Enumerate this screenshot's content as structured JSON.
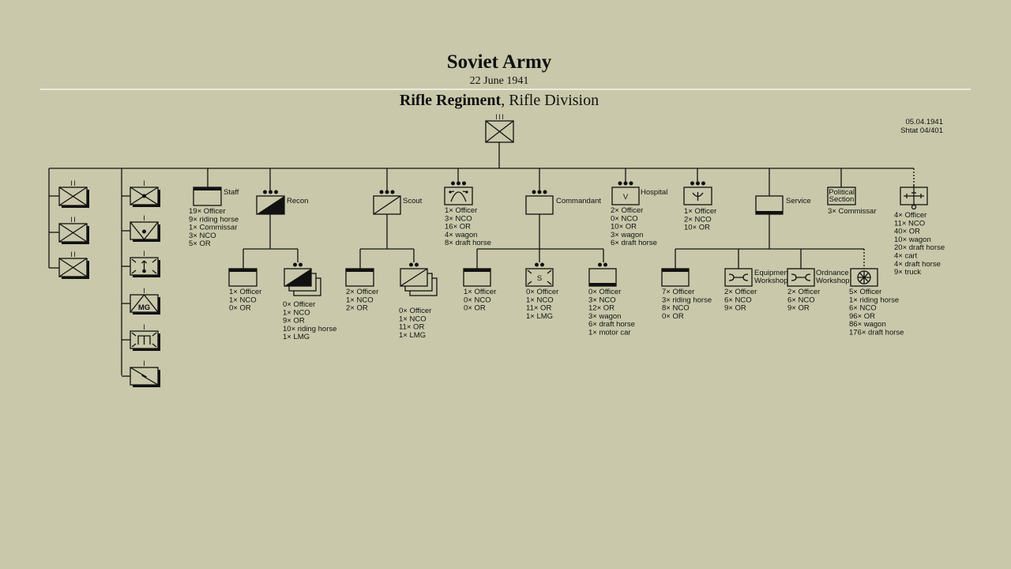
{
  "header": {
    "title": "Soviet Army",
    "date": "22 June 1941",
    "unit_bold": "Rifle Regiment",
    "unit_rest": ", Rifle Division",
    "doc_date": "05.04.1941",
    "shtat": "Shtat 04/401"
  },
  "units": [
    {
      "id": "hq",
      "symbol": "infantry",
      "echelon": "III",
      "label": "",
      "lines": []
    },
    {
      "id": "bn1",
      "symbol": "infantry",
      "echelon": "II",
      "label": "",
      "lines": []
    },
    {
      "id": "bn2",
      "symbol": "infantry",
      "echelon": "II",
      "label": "",
      "lines": []
    },
    {
      "id": "bn3",
      "symbol": "infantry",
      "echelon": "II",
      "label": "",
      "lines": []
    },
    {
      "id": "co_mortar",
      "symbol": "infantry-dot",
      "echelon": "I",
      "label": "",
      "lines": []
    },
    {
      "id": "co_at",
      "symbol": "antitank",
      "echelon": "I",
      "label": "",
      "lines": []
    },
    {
      "id": "co_artillery",
      "symbol": "artillery",
      "echelon": "I",
      "label": "",
      "lines": []
    },
    {
      "id": "co_mg",
      "symbol": "mg",
      "echelon": "I",
      "label": "",
      "lines": [],
      "mg_text": "MG"
    },
    {
      "id": "co_engineer",
      "symbol": "engineer",
      "echelon": "I",
      "label": "",
      "lines": []
    },
    {
      "id": "co_signal",
      "symbol": "signal",
      "echelon": "I",
      "label": "",
      "lines": []
    },
    {
      "id": "staff",
      "symbol": "hq",
      "echelon": "",
      "label": "Staff",
      "lines": [
        "19× Officer",
        "9× riding horse",
        "1× Commissar",
        "3× NCO",
        "5× OR"
      ]
    },
    {
      "id": "recon",
      "symbol": "recon",
      "echelon": "•••",
      "label": "Recon",
      "lines": []
    },
    {
      "id": "recon_hq",
      "symbol": "hq",
      "echelon": "",
      "label": "",
      "lines": [
        "1× Officer",
        "1× NCO",
        "0× OR"
      ]
    },
    {
      "id": "recon_plt",
      "symbol": "recon-stack",
      "echelon": "••",
      "label": "",
      "lines": [
        "0× Officer",
        "1× NCO",
        "9× OR",
        "10× riding horse",
        "1× LMG"
      ]
    },
    {
      "id": "scout",
      "symbol": "scout",
      "echelon": "•••",
      "label": "Scout",
      "lines": []
    },
    {
      "id": "scout_hq",
      "symbol": "hq",
      "echelon": "",
      "label": "",
      "lines": [
        "2× Officer",
        "1× NCO",
        "2× OR"
      ]
    },
    {
      "id": "scout_plt",
      "symbol": "scout-stack",
      "echelon": "••",
      "label": "",
      "lines": [
        "0× Officer",
        "1× NCO",
        "11× OR",
        "1× LMG"
      ]
    },
    {
      "id": "sapper",
      "symbol": "sapper",
      "echelon": "•••",
      "label": "",
      "lines": [
        "1× Officer",
        "3× NCO",
        "16× OR",
        "4× wagon",
        "8× draft horse"
      ]
    },
    {
      "id": "commandant",
      "symbol": "plain",
      "echelon": "•••",
      "label": "Commandant",
      "lines": []
    },
    {
      "id": "cmd_hq",
      "symbol": "hq",
      "echelon": "",
      "label": "",
      "lines": [
        "1× Officer",
        "0× NCO",
        "0× OR"
      ]
    },
    {
      "id": "cmd_security",
      "symbol": "security",
      "echelon": "••",
      "label": "",
      "lines": [
        "0× Officer",
        "1× NCO",
        "11× OR",
        "1× LMG"
      ],
      "sym_text": "S"
    },
    {
      "id": "cmd_supply",
      "symbol": "supply",
      "echelon": "••",
      "label": "",
      "lines": [
        "0× Officer",
        "3× NCO",
        "12× OR",
        "3× wagon",
        "6× draft horse",
        "1× motor car"
      ]
    },
    {
      "id": "hospital",
      "symbol": "medical",
      "echelon": "•••",
      "label": "Hospital",
      "lines": [
        "2× Officer",
        "0× NCO",
        "10× OR",
        "3× wagon",
        "6× draft horse"
      ],
      "sym_text": "V"
    },
    {
      "id": "veterinary",
      "symbol": "veterinary",
      "echelon": "•••",
      "label": "",
      "lines": [
        "1× Officer",
        "2× NCO",
        "10× OR"
      ]
    },
    {
      "id": "service",
      "symbol": "supply",
      "echelon": "",
      "label": "Service",
      "lines": []
    },
    {
      "id": "svc_hq",
      "symbol": "hq",
      "echelon": "",
      "label": "",
      "lines": [
        "7× Officer",
        "3× riding horse",
        "8× NCO",
        "0× OR"
      ]
    },
    {
      "id": "equip_ws",
      "symbol": "maintenance",
      "echelon": "",
      "label": "Equipment\nWorkshop",
      "lines": [
        "2× Officer",
        "6× NCO",
        "9× OR"
      ]
    },
    {
      "id": "ord_ws",
      "symbol": "maintenance",
      "echelon": "",
      "label": "Ordnance\nWorkshop",
      "lines": [
        "2× Officer",
        "6× NCO",
        "9× OR"
      ]
    },
    {
      "id": "transport",
      "symbol": "transport",
      "echelon": "",
      "label": "",
      "lines": [
        "5× Officer",
        "1× riding horse",
        "6× NCO",
        "96× OR",
        "86× wagon",
        "176× draft horse"
      ]
    },
    {
      "id": "political",
      "symbol": "political",
      "echelon": "",
      "label": "",
      "lines": [
        "3× Commissar"
      ],
      "sym_text": "Political\nSection"
    },
    {
      "id": "signals",
      "symbol": "signals-hq",
      "echelon": "",
      "label": "",
      "lines": [
        "4× Officer",
        "11× NCO",
        "40× OR",
        "10× wagon",
        "20× draft horse",
        "4× cart",
        "4× draft horse",
        "9× truck"
      ]
    }
  ]
}
